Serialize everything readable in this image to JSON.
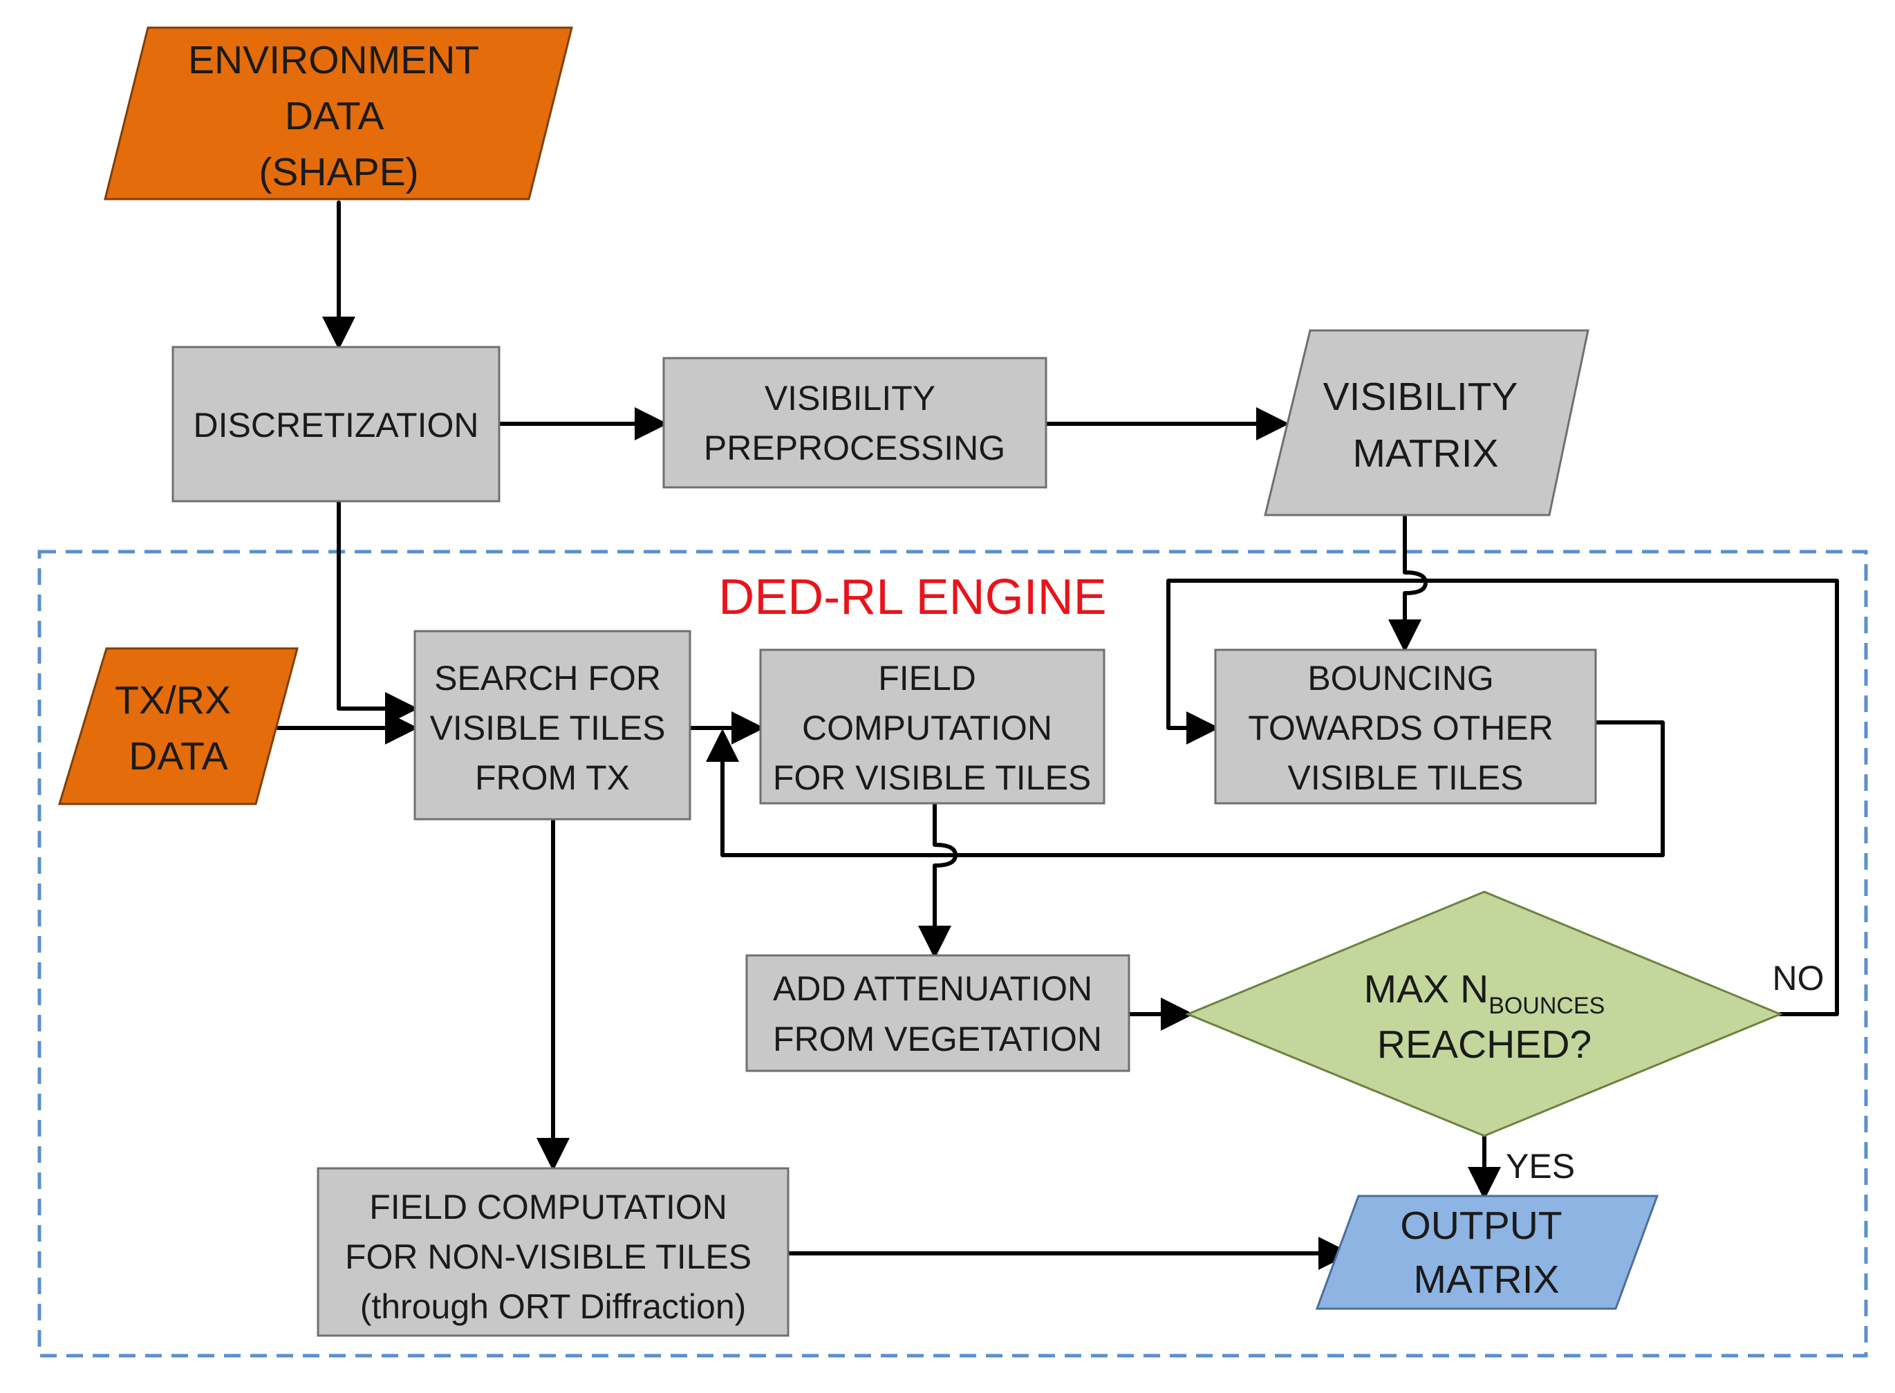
{
  "engine": {
    "title": "DED-RL ENGINE"
  },
  "nodes": {
    "environment_data": {
      "lines": [
        "ENVIRONMENT",
        "DATA",
        "(SHAPE)"
      ]
    },
    "discretization": {
      "lines": [
        "DISCRETIZATION"
      ]
    },
    "visibility_preprocessing": {
      "lines": [
        "VISIBILITY",
        "PREPROCESSING"
      ]
    },
    "visibility_matrix": {
      "lines": [
        "VISIBILITY",
        "MATRIX"
      ]
    },
    "txrx_data": {
      "lines": [
        "TX/RX",
        "DATA"
      ]
    },
    "search_visible_tiles": {
      "lines": [
        "SEARCH FOR",
        "VISIBLE TILES",
        "FROM TX"
      ]
    },
    "field_computation_visible": {
      "lines": [
        "FIELD",
        "COMPUTATION",
        "FOR VISIBLE TILES"
      ]
    },
    "bouncing": {
      "lines": [
        "BOUNCING",
        "TOWARDS OTHER",
        "VISIBLE TILES"
      ]
    },
    "add_attenuation": {
      "lines": [
        "ADD ATTENUATION",
        "FROM VEGETATION"
      ]
    },
    "max_bounces": {
      "line1_main": "MAX N",
      "line1_sub": "BOUNCES",
      "line2": "REACHED?"
    },
    "field_computation_nonvisible": {
      "lines": [
        "FIELD COMPUTATION",
        "FOR NON-VISIBLE TILES",
        "(through ORT Diffraction)"
      ]
    },
    "output_matrix": {
      "lines": [
        "OUTPUT",
        "MATRIX"
      ]
    }
  },
  "branches": {
    "no": "NO",
    "yes": "YES"
  },
  "colors": {
    "input_data": "#e46c0a",
    "process": "#c8c8c8",
    "decision": "#c3d69b",
    "output": "#8db4e2",
    "engine_title": "#e8141b",
    "engine_border": "#5b8fce"
  }
}
